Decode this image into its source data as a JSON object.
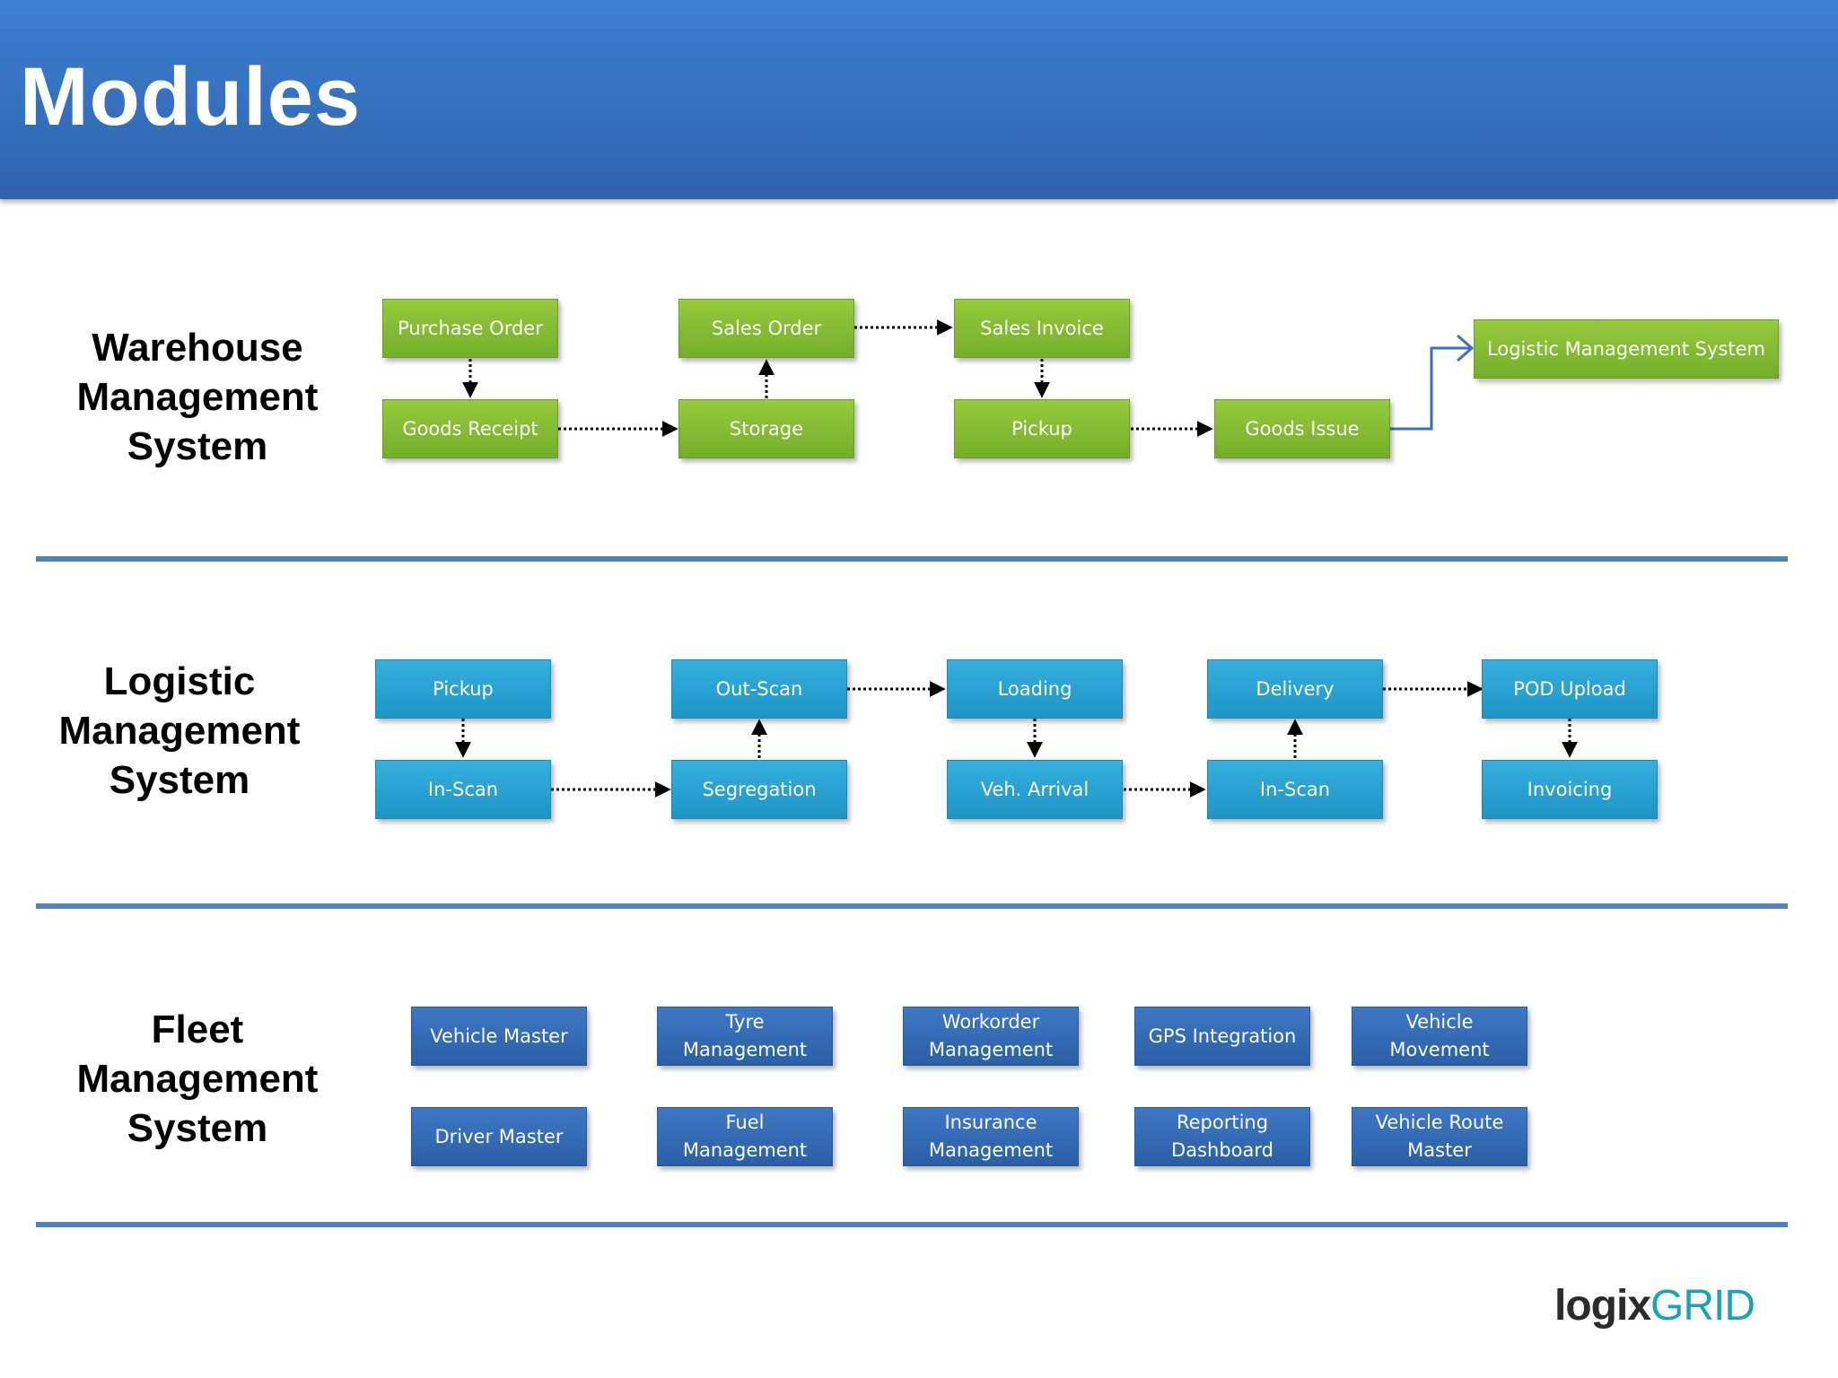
{
  "title": "Modules",
  "sections": {
    "warehouse": {
      "title": "Warehouse\nManagement\nSystem",
      "boxes": {
        "purchase_order": "Purchase Order",
        "goods_receipt": "Goods Receipt",
        "sales_order": "Sales Order",
        "storage": "Storage",
        "sales_invoice": "Sales Invoice",
        "pickup": "Pickup",
        "goods_issue": "Goods Issue",
        "lms": "Logistic Management System"
      }
    },
    "logistic": {
      "title": "Logistic\nManagement\nSystem",
      "boxes": {
        "pickup": "Pickup",
        "in_scan_1": "In-Scan",
        "out_scan": "Out-Scan",
        "segregation": "Segregation",
        "loading": "Loading",
        "veh_arrival": "Veh. Arrival",
        "delivery": "Delivery",
        "in_scan_2": "In-Scan",
        "pod_upload": "POD Upload",
        "invoicing": "Invoicing"
      }
    },
    "fleet": {
      "title": "Fleet\nManagement\nSystem",
      "boxes": {
        "vehicle_master": "Vehicle Master",
        "driver_master": "Driver Master",
        "tyre_mgmt": "Tyre Management",
        "fuel_mgmt": "Fuel Management",
        "workorder_mgmt": "Workorder Management",
        "insurance_mgmt": "Insurance Management",
        "gps": "GPS Integration",
        "reporting": "Reporting Dashboard",
        "vehicle_movement": "Vehicle Movement",
        "vehicle_route": "Vehicle Route Master"
      }
    }
  },
  "logo": {
    "part1": "logix",
    "part2": "GRID"
  },
  "colors": {
    "header": "#3a78c9",
    "divider": "#4f81bd",
    "warehouse_box": "#8cc63f",
    "logistic_box": "#29a8d9",
    "fleet_box": "#3569b3",
    "connector": "#3a6fbf"
  }
}
